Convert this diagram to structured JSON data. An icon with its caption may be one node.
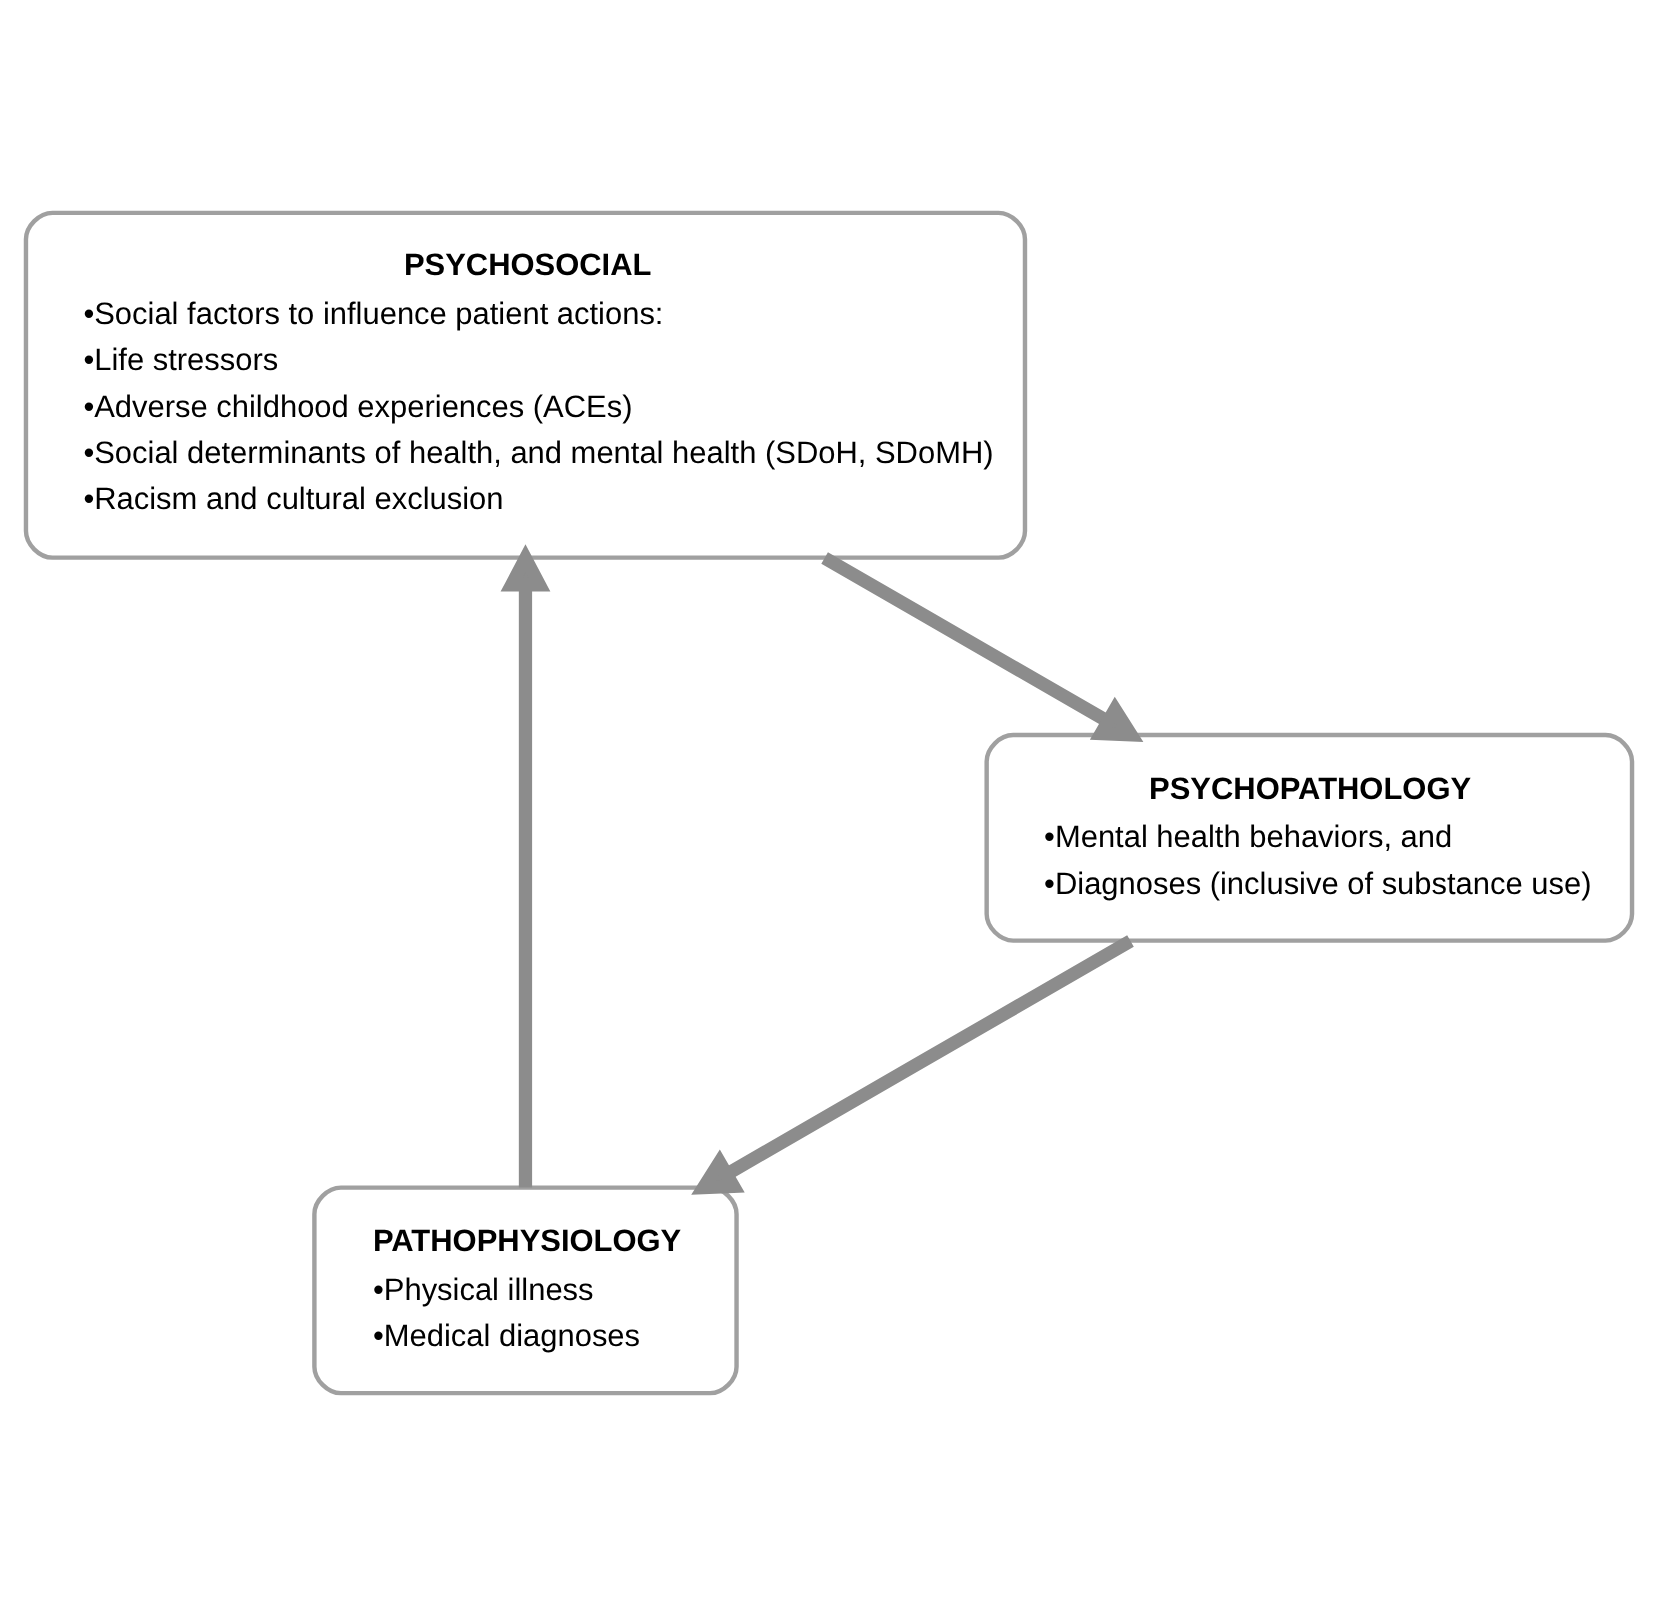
{
  "diagram": {
    "nodes": [
      {
        "text": [
          "PATHOPHYSIOLOGY",
          "•Physical illness",
          "•Medical diagnoses"
        ]
      },
      {
        "text": [
          "PSYCHOSOCIAL",
          "•Social factors to influence patient actions:",
          "•Life stressors",
          "•Adverse childhood experiences (ACEs)",
          "•Social determinants of health, and mental health (SDoH, SDoMH)",
          "•Racism and cultural exclusion"
        ]
      },
      {
        "text": [
          "PSYCHOPATHOLOGY",
          "•Mental health behaviors, and",
          "•Diagnoses (inclusive of substance use)"
        ]
      }
    ],
    "edges": [
      {
        "from": 0,
        "to": 1,
        "arrow": "to"
      },
      {
        "from": 1,
        "to": 2,
        "arrow": "to"
      },
      {
        "from": 2,
        "to": 0,
        "arrow": "to"
      }
    ]
  }
}
